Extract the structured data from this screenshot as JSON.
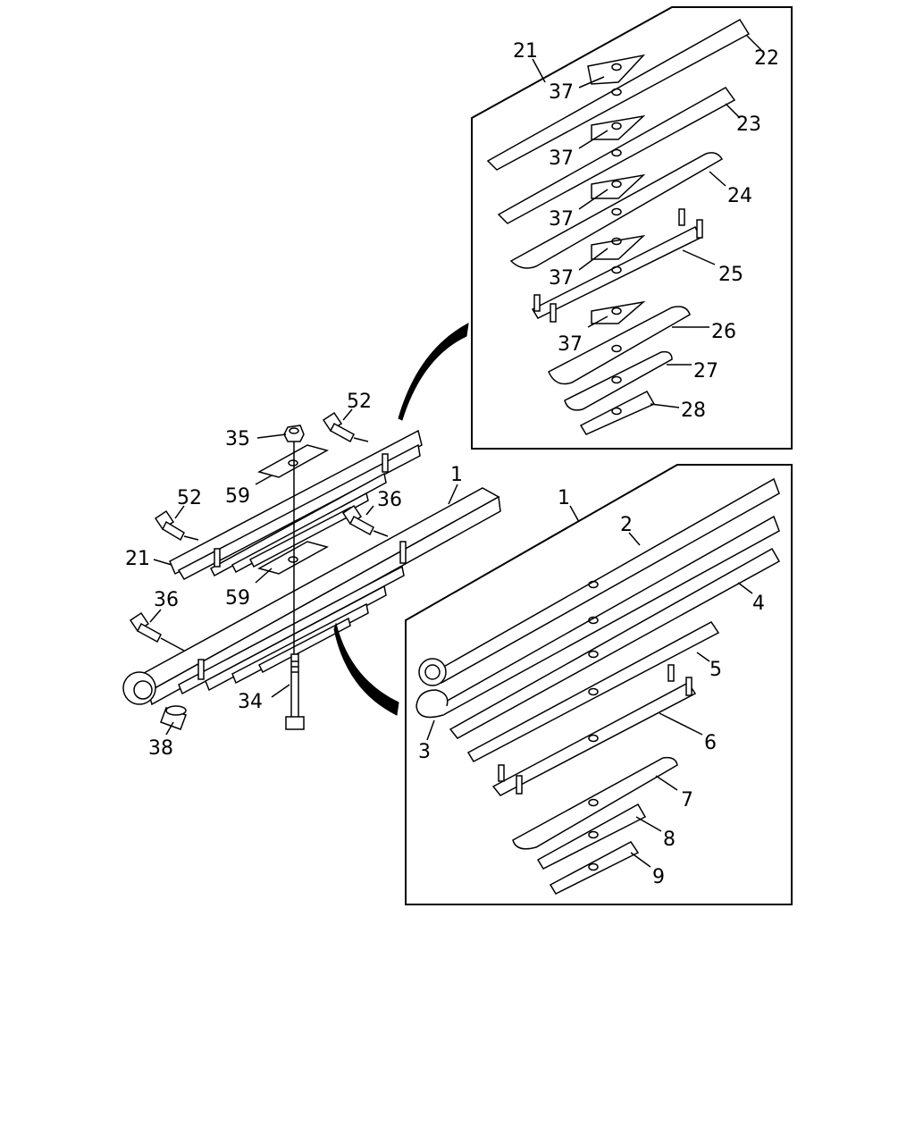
{
  "callouts": {
    "c1a": "1",
    "c1b": "1",
    "c2": "2",
    "c3": "3",
    "c4": "4",
    "c5": "5",
    "c6": "6",
    "c7": "7",
    "c8": "8",
    "c9": "9",
    "c21a": "21",
    "c21b": "21",
    "c22": "22",
    "c23": "23",
    "c24": "24",
    "c25": "25",
    "c26": "26",
    "c27": "27",
    "c28": "28",
    "c34": "34",
    "c35": "35",
    "c36a": "36",
    "c36b": "36",
    "c37a": "37",
    "c37b": "37",
    "c37c": "37",
    "c37d": "37",
    "c37e": "37",
    "c38": "38",
    "c52a": "52",
    "c52b": "52",
    "c59a": "59",
    "c59b": "59"
  }
}
